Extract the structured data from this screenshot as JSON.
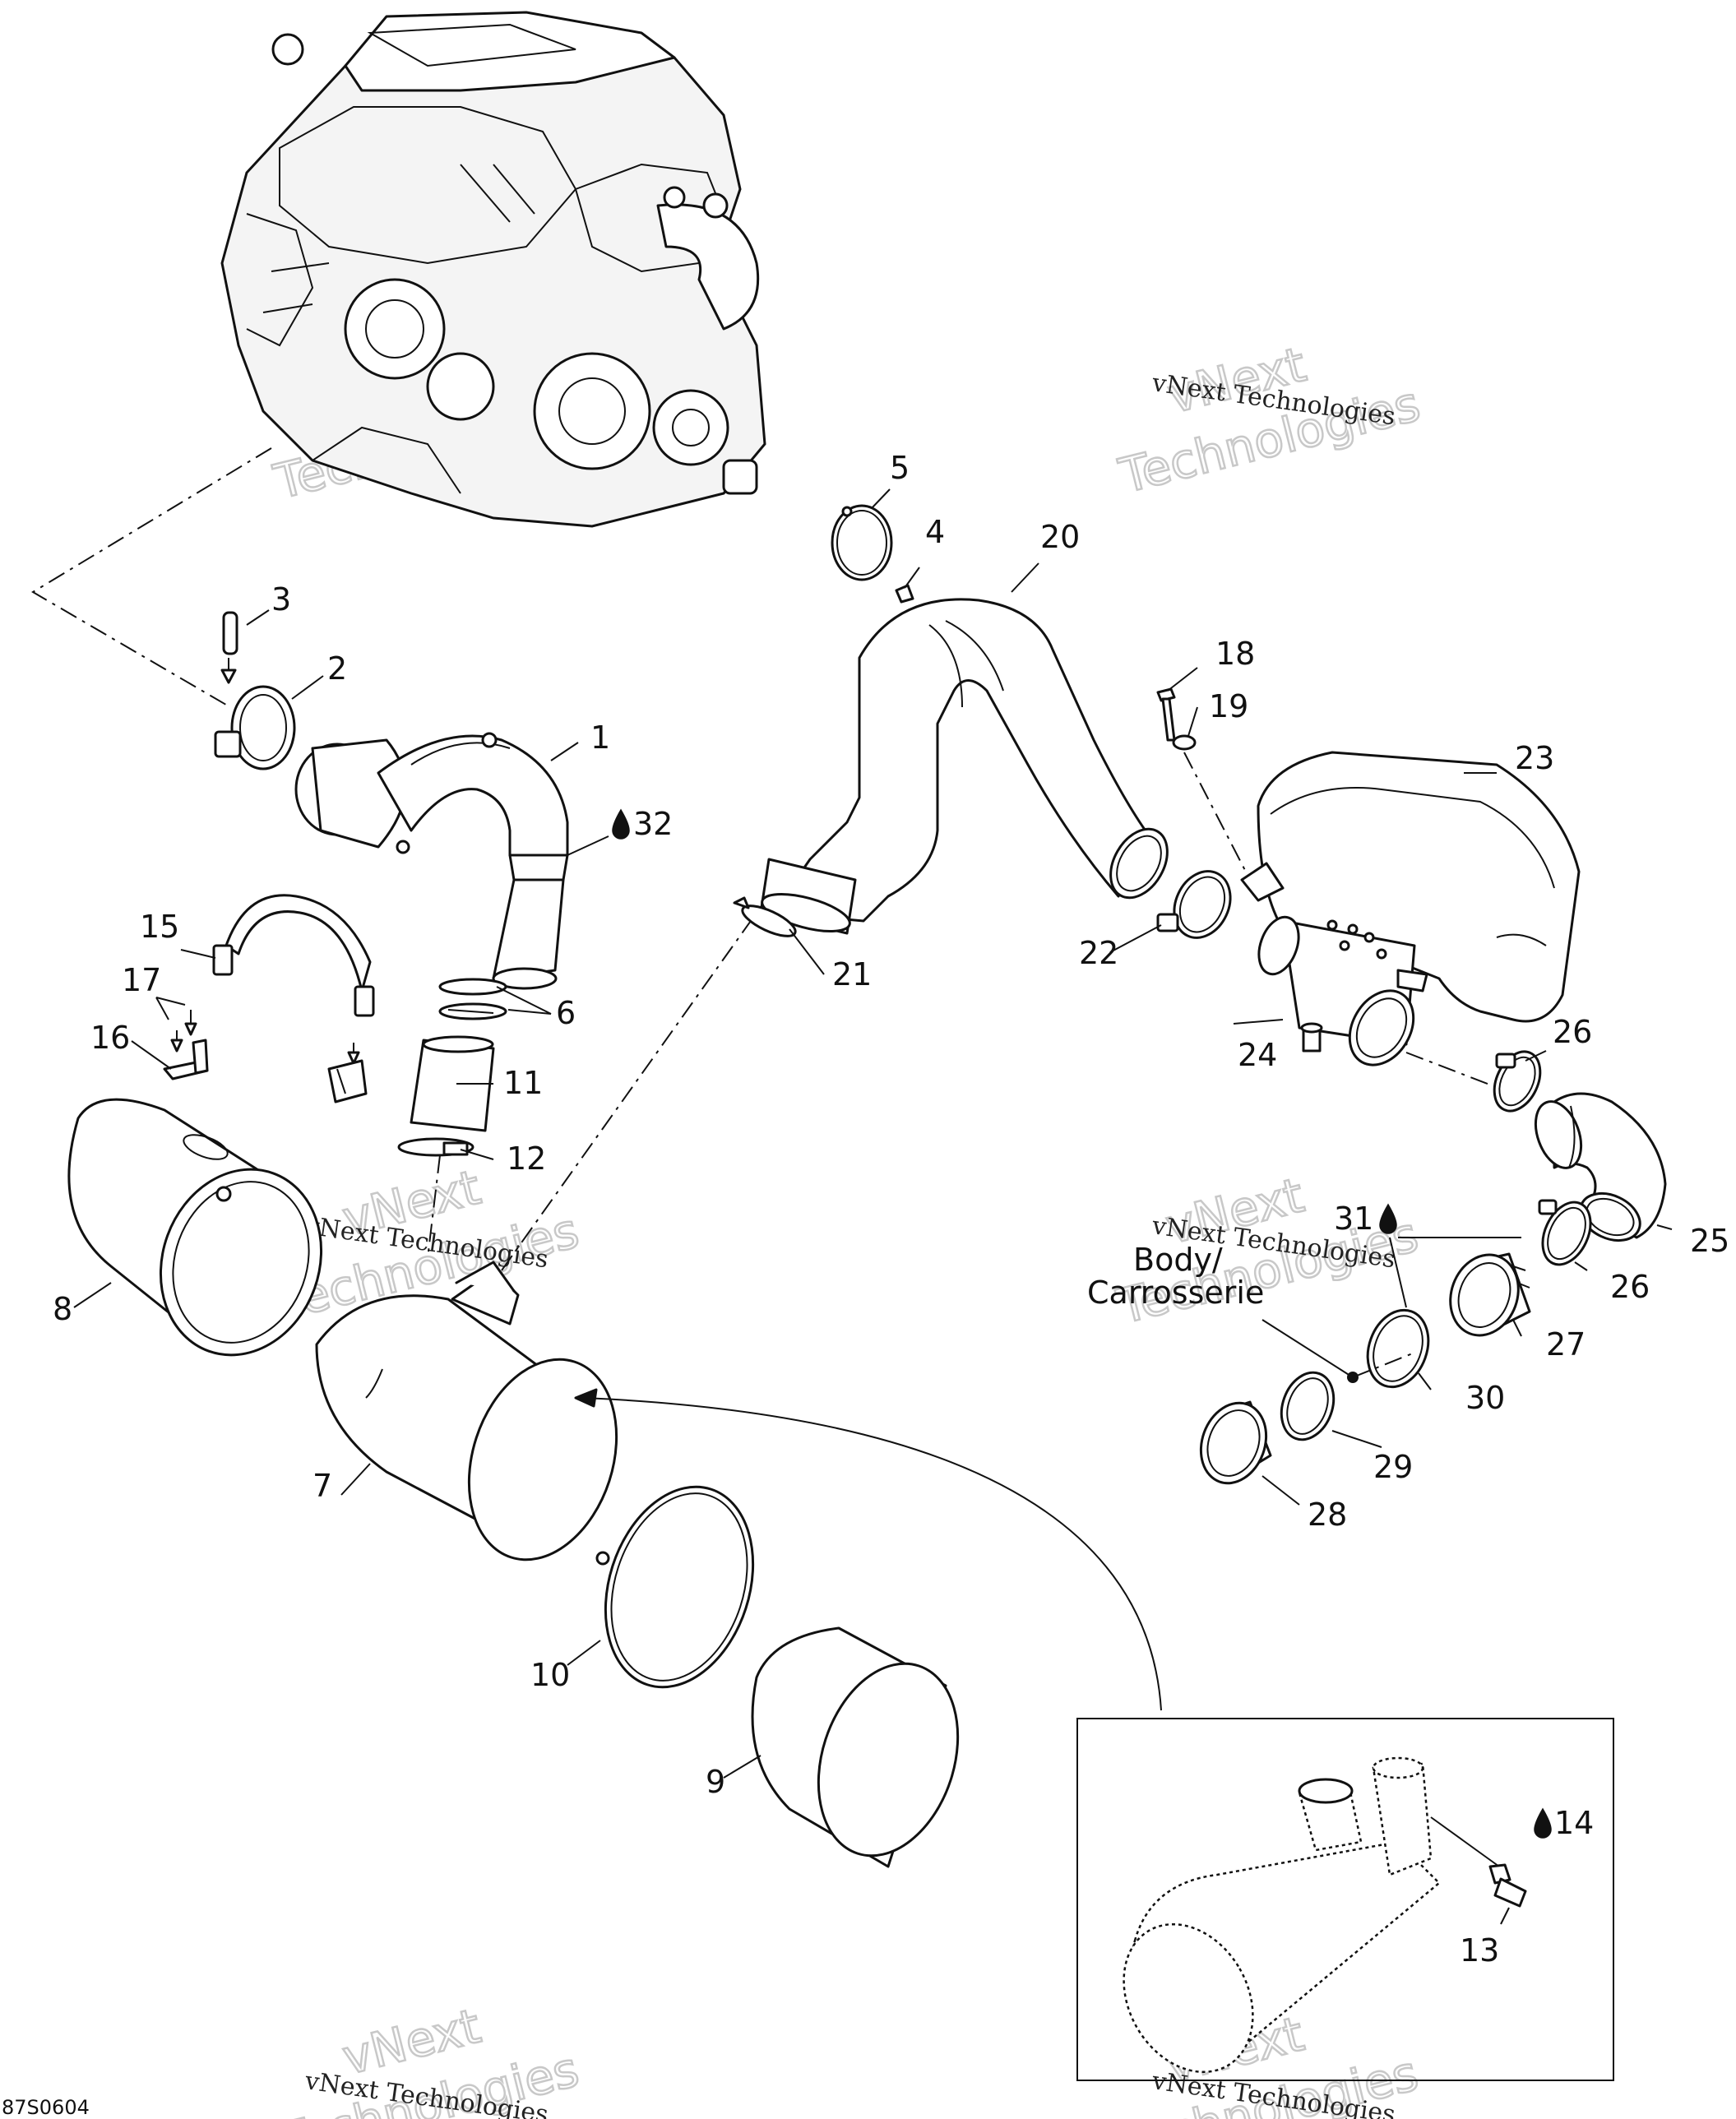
{
  "callouts": {
    "c1": "1",
    "c2": "2",
    "c3": "3",
    "c4": "4",
    "c5": "5",
    "c6": "6",
    "c7": "7",
    "c8": "8",
    "c9": "9",
    "c10": "10",
    "c11": "11",
    "c12": "12",
    "c13": "13",
    "c14": "14",
    "c15": "15",
    "c16": "16",
    "c17": "17",
    "c18": "18",
    "c19": "19",
    "c20": "20",
    "c21": "21",
    "c22": "22",
    "c23": "23",
    "c24": "24",
    "c25": "25",
    "c26a": "26",
    "c26b": "26",
    "c27": "27",
    "c28": "28",
    "c29": "29",
    "c30": "30",
    "c31": "31",
    "c32": "32"
  },
  "body_label": {
    "line1": "Body/",
    "line2": "Carrosserie"
  },
  "watermark": {
    "small": "vNext Technologies",
    "big_top": "vNext",
    "big_bottom": "Technologies"
  },
  "figure_code": "87S0604",
  "icons": {
    "sealant": "drop-icon"
  }
}
